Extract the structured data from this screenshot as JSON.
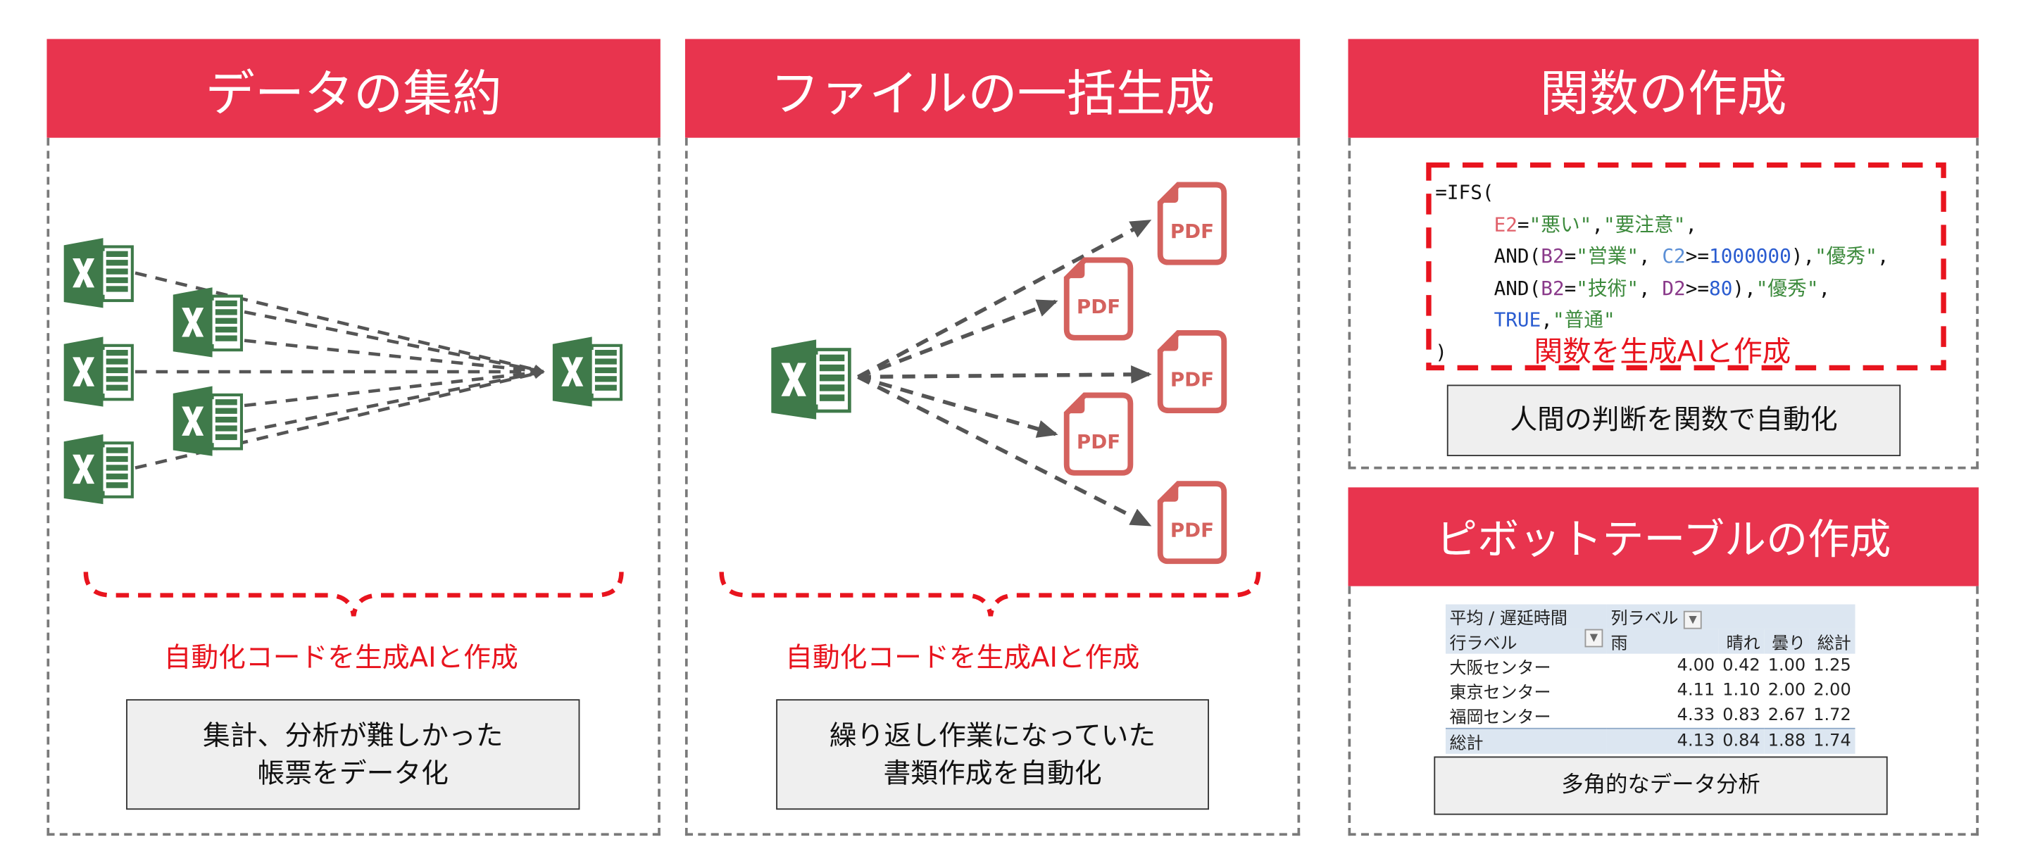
{
  "colors": {
    "header": "#e8344e",
    "accent_red": "#e8141e",
    "excel_green": "#3f7a4a",
    "pdf_red": "#d4625e",
    "arrow": "#555555"
  },
  "panels": [
    {
      "title": "データの集約",
      "note": "自動化コードを生成AIと作成",
      "summary": [
        "集計、分析が難しかった",
        "帳票をデータ化"
      ],
      "icons": [
        "excel-icon"
      ]
    },
    {
      "title": "ファイルの一括生成",
      "note": "自動化コードを生成AIと作成",
      "summary": [
        "繰り返し作業になっていた",
        "書類作成を自動化"
      ],
      "icons": [
        "excel-icon",
        "pdf-icon"
      ],
      "pdf_label": "PDF"
    },
    {
      "title": "関数の作成",
      "note": "関数を生成AIと作成",
      "summary": [
        "人間の判断を関数で自動化"
      ]
    },
    {
      "title": "ピボットテーブルの作成",
      "summary": [
        "多角的なデータ分析"
      ]
    }
  ],
  "excel_letter": "X",
  "formula": {
    "open": "=IFS(",
    "l1": {
      "a": "E2",
      "b": "=",
      "c": "\"悪い\"",
      "d": ",",
      "e": "\"要注意\"",
      "f": ","
    },
    "l2": {
      "a": "AND(",
      "b": "B2",
      "c": "=",
      "d": "\"営業\"",
      "e": ", ",
      "f": "C2",
      "g": ">=",
      "h": "1000000",
      "i": "),",
      "j": "\"優秀\"",
      "k": ","
    },
    "l3": {
      "a": "AND(",
      "b": "B2",
      "c": "=",
      "d": "\"技術\"",
      "e": ", ",
      "f": "D2",
      "g": ">=",
      "h": "80",
      "i": "),",
      "j": "\"優秀\"",
      "k": ","
    },
    "l4": {
      "a": "TRUE",
      "b": ",",
      "c": "\"普通\""
    },
    "close": ")"
  },
  "pivot": {
    "value_label": "平均 / 遅延時間",
    "col_label": "列ラベル",
    "row_label": "行ラベル",
    "columns": [
      "雨",
      "晴れ",
      "曇り",
      "総計"
    ],
    "rows": [
      {
        "name": "大阪センター",
        "values": [
          "4.00",
          "0.42",
          "1.00",
          "1.25"
        ]
      },
      {
        "name": "東京センター",
        "values": [
          "4.11",
          "1.10",
          "2.00",
          "2.00"
        ]
      },
      {
        "name": "福岡センター",
        "values": [
          "4.33",
          "0.83",
          "2.67",
          "1.72"
        ]
      }
    ],
    "total": {
      "name": "総計",
      "values": [
        "4.13",
        "0.84",
        "1.88",
        "1.74"
      ]
    }
  }
}
